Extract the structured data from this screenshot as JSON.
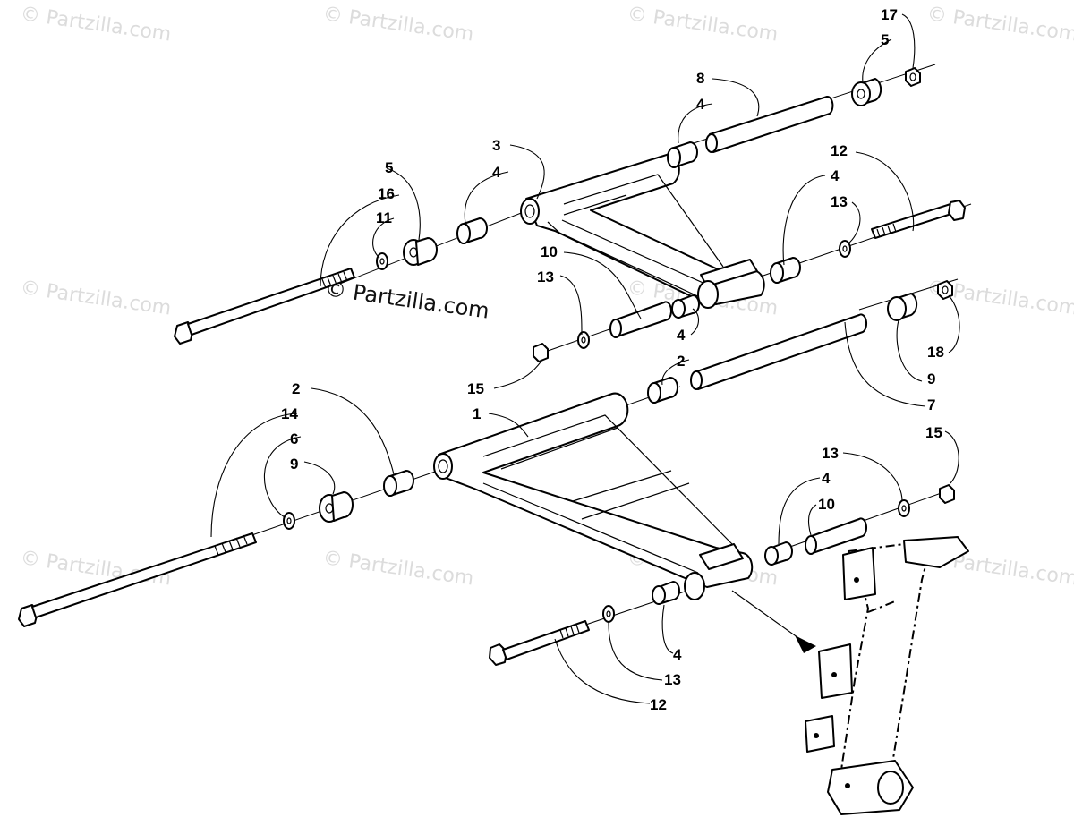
{
  "watermark": "© Partzilla.com",
  "callouts": {
    "c17": "17",
    "c5a": "5",
    "c8": "8",
    "c4a": "4",
    "c3": "3",
    "c4b": "4",
    "c5b": "5",
    "c16": "16",
    "c11": "11",
    "c12a": "12",
    "c4c": "4",
    "c13a": "13",
    "c10a": "10",
    "c13b": "13",
    "c4d": "4",
    "c18": "18",
    "c9a": "9",
    "c15a": "15",
    "c2a": "2",
    "c7": "7",
    "c2b": "2",
    "c1": "1",
    "c14": "14",
    "c6": "6",
    "c9b": "9",
    "c13c": "13",
    "c15b": "15",
    "c4e": "4",
    "c10b": "10",
    "c4f": "4",
    "c13d": "13",
    "c12b": "12"
  }
}
